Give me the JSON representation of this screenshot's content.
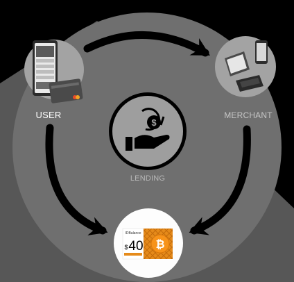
{
  "nodes": {
    "user": {
      "label": "USER"
    },
    "merchant": {
      "label": "MERCHANT"
    },
    "lending": {
      "label": "LENDING"
    },
    "gift": {
      "amount": "40",
      "currency_symbol": "$",
      "card_brand": "IDBalance"
    }
  },
  "icons": {
    "user": "phone-and-card-icon",
    "merchant": "pos-terminal-icon",
    "lending": "hand-with-dollar-coin-icon",
    "gift": "bitcoin-gift-card-icon"
  },
  "colors": {
    "background": "#000000",
    "big_circle": "#6f6f6f",
    "shadow": "#575757",
    "node_fill": "#9e9e9e",
    "arrow": "#000000",
    "gift_orange": "#e58a1a",
    "bitcoin_orange": "#f7931a"
  }
}
